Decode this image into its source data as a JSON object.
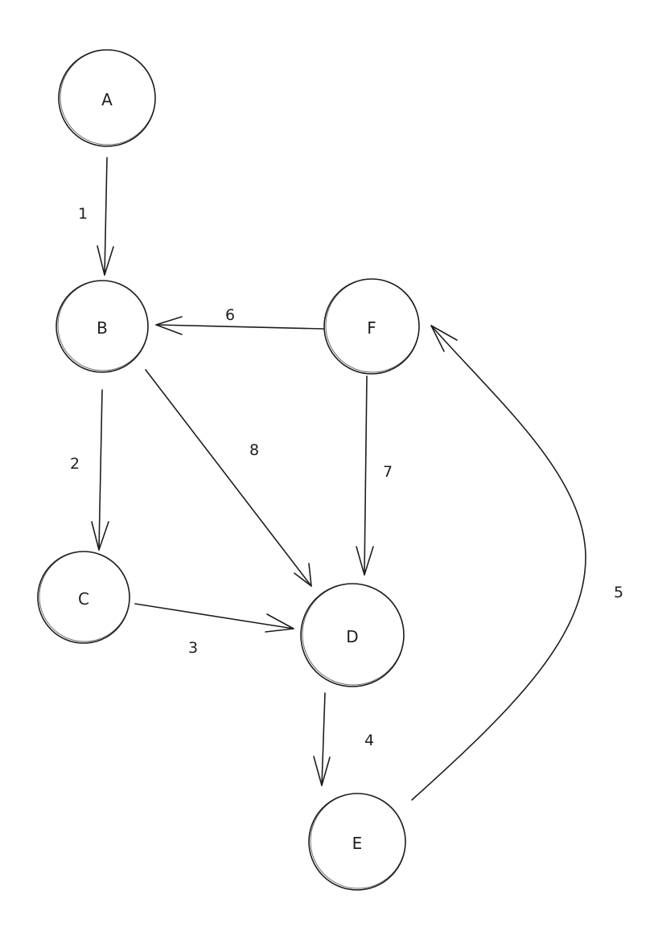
{
  "diagram": {
    "nodes": {
      "A": "A",
      "B": "B",
      "C": "C",
      "D": "D",
      "E": "E",
      "F": "F"
    },
    "edges": [
      {
        "from": "A",
        "to": "B",
        "label": "1"
      },
      {
        "from": "B",
        "to": "C",
        "label": "2"
      },
      {
        "from": "C",
        "to": "D",
        "label": "3"
      },
      {
        "from": "D",
        "to": "E",
        "label": "4"
      },
      {
        "from": "E",
        "to": "F",
        "label": "5"
      },
      {
        "from": "F",
        "to": "B",
        "label": "6"
      },
      {
        "from": "F",
        "to": "D",
        "label": "7"
      },
      {
        "from": "B",
        "to": "D",
        "label": "8"
      }
    ]
  }
}
